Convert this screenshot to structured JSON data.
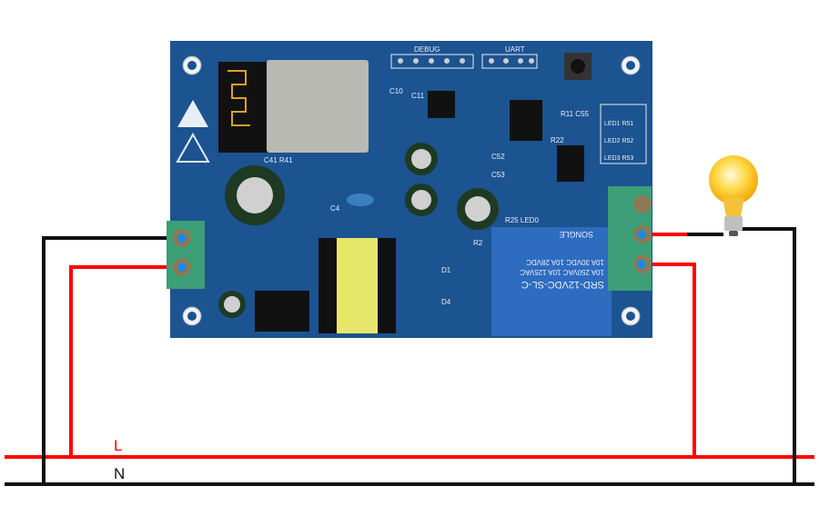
{
  "labels": {
    "live": "L",
    "neutral": "N"
  },
  "board": {
    "debug_header": "DEBUG",
    "uart_header": "UART",
    "relay_model": "SRD-12VDC-SL-C",
    "relay_rating_1": "10A 250VAC 10A 125VAC",
    "relay_rating_2": "10A 30VDC 10A 28VDC",
    "relay_brand": "SONGLE",
    "led_labels": [
      "LED1 R51",
      "LED2 R52",
      "LED3 R53"
    ],
    "ref_labels": [
      "C10",
      "C11",
      "R11 C55",
      "C52",
      "C53",
      "R22",
      "C41 R41",
      "C4",
      "R25 LED0",
      "R2",
      "D1",
      "D4"
    ]
  },
  "colors": {
    "live": "#ff0000",
    "neutral": "#111111",
    "pcb": "#1c5391",
    "terminal": "#3c9f77",
    "relay": "#2e6cc0"
  }
}
